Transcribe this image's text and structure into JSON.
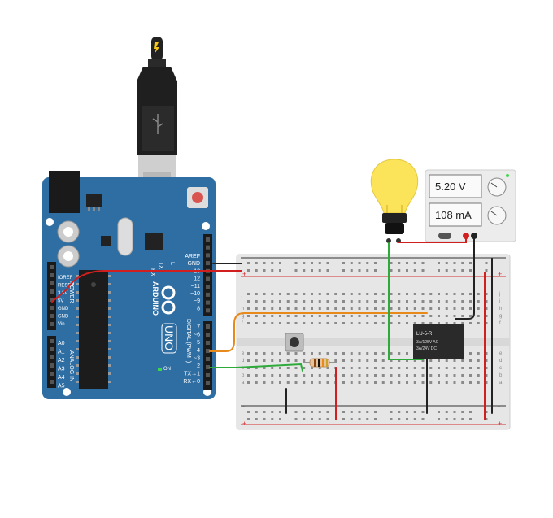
{
  "colors": {
    "board": "#2f6ea3",
    "board_dark": "#1f4f7a",
    "breadboard": "#e6e6e6",
    "rail_red": "#d32f2f",
    "rail_black": "#333333",
    "wire_red": "#d11f1f",
    "wire_black": "#222222",
    "wire_green": "#2eaa3a",
    "wire_orange": "#e8891c",
    "bulb": "#fbe45a",
    "relay": "#2a2a2a"
  },
  "arduino": {
    "brand": "ARDUINO",
    "model": "UNO",
    "digital_label": "DIGITAL (PWM~)",
    "power_label": "POWER",
    "analog_label": "ANALOG IN",
    "on_label": "ON",
    "tx_label": "TX",
    "rx_label": "RX",
    "l_label": "L",
    "top_pins": [
      "AREF",
      "GND",
      "13",
      "12",
      "~11",
      "~10",
      "~9",
      "8"
    ],
    "bottom_pins": [
      "7",
      "~6",
      "~5",
      "4",
      "~3",
      "2",
      "TX→1",
      "RX←0"
    ],
    "power_pins": [
      "IOREF",
      "RESET",
      "3.3V",
      "5V",
      "GND",
      "GND",
      "Vin"
    ],
    "analog_pins": [
      "A0",
      "A1",
      "A2",
      "A3",
      "A4",
      "A5"
    ]
  },
  "power_supply": {
    "voltage": "5.20 V",
    "current": "108 mA"
  },
  "relay": {
    "model": "LU-5-R",
    "rating1": "3A/125V AC",
    "rating2": "3A/24V DC"
  },
  "breadboard": {
    "row_letters_top": [
      "j",
      "i",
      "h",
      "g",
      "f"
    ],
    "row_letters_bottom": [
      "e",
      "d",
      "c",
      "b",
      "a"
    ],
    "plus": "+",
    "minus": "-"
  }
}
